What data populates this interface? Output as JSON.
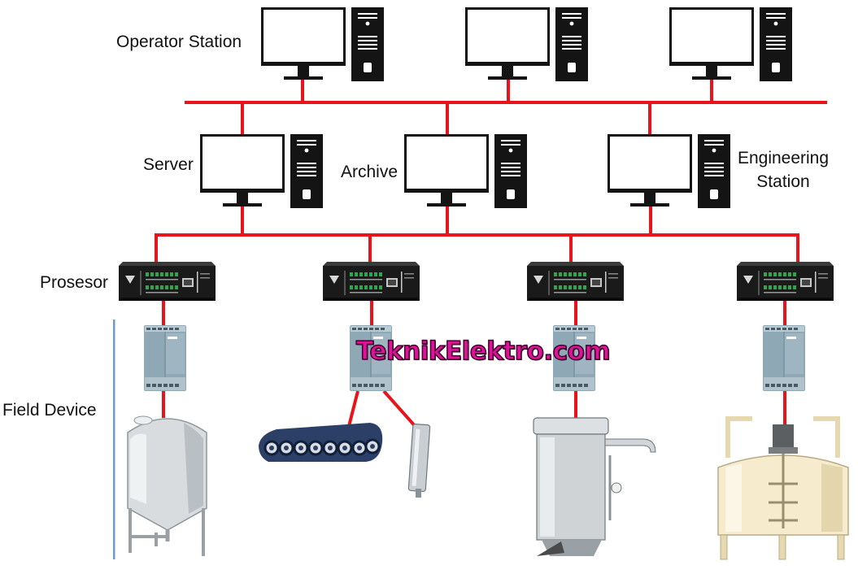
{
  "labels": {
    "operator_station": "Operator Station",
    "server": "Server",
    "archive": "Archive",
    "engineering_station_line1": "Engineering",
    "engineering_station_line2": "Station",
    "prosesor": "Prosesor",
    "field_device": "Field Device"
  },
  "watermark": "TeknikElektro.com",
  "colors": {
    "network_line": "#e8141c",
    "equipment": "#141414",
    "screen": "#ffffff",
    "field_divider": "#6a9bd8",
    "io_module": "#8fa8b6",
    "tank_steel": "#d8dcdf",
    "mixer_tank": "#f6eccd",
    "conveyor": "#2c3f66",
    "watermark_fill": "#e0129a"
  }
}
